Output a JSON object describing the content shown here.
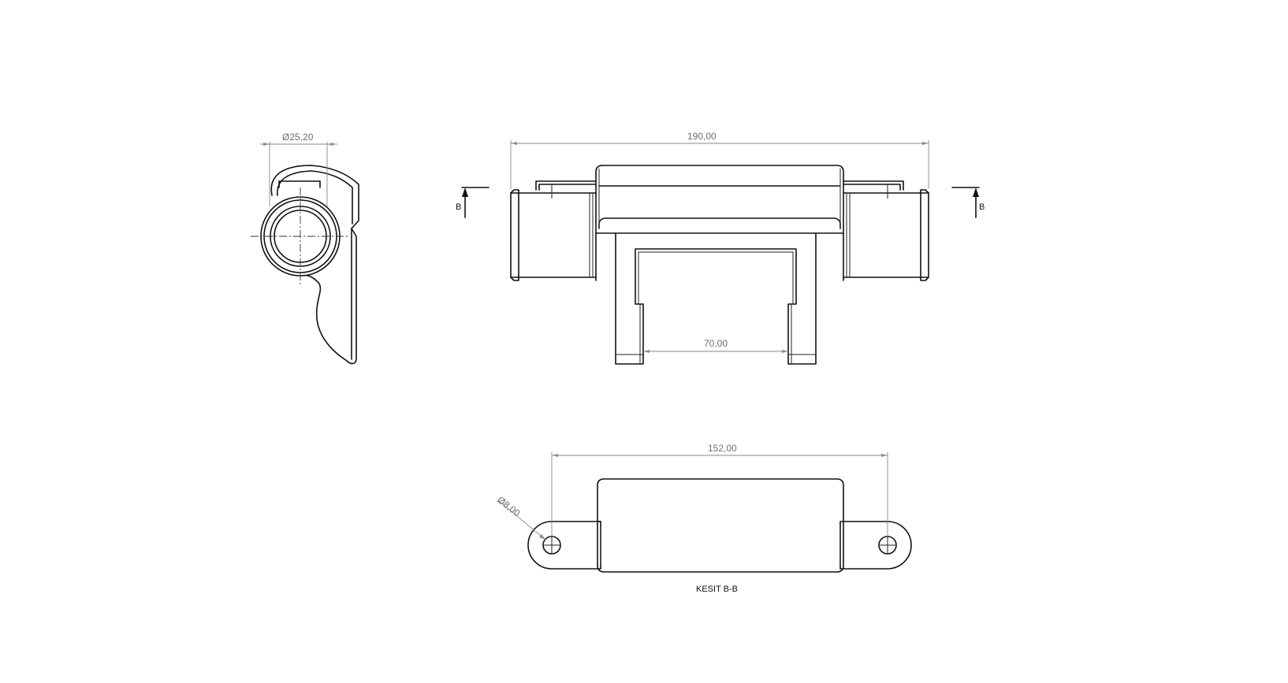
{
  "dimensions": {
    "side_diameter": "Ø25,20",
    "overall_length": "190,00",
    "leg_spacing": "70,00",
    "section_length": "152,00",
    "hole_diameter": "Ø8,00"
  },
  "section_markers": {
    "left": "B",
    "right": "B"
  },
  "section_title": "KESIT B-B",
  "colors": {
    "line": "#111111",
    "dimension": "#8a8a8a",
    "background": "#ffffff"
  }
}
